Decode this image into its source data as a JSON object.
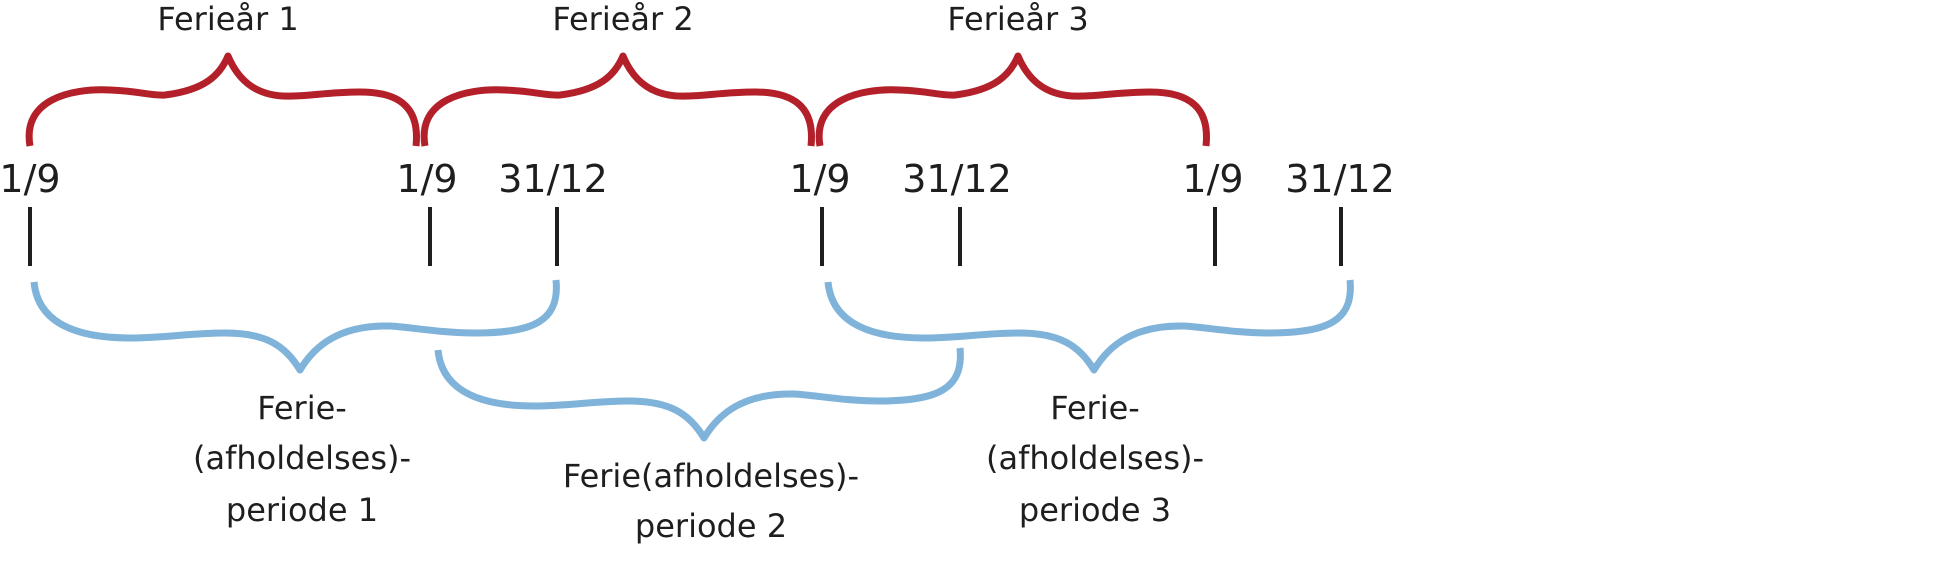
{
  "colors": {
    "year_brace": "#b3202a",
    "period_brace": "#7fb3da",
    "text": "#1e1e1e"
  },
  "years": [
    {
      "label": "Ferieår 1"
    },
    {
      "label": "Ferieår 2"
    },
    {
      "label": "Ferieår 3"
    }
  ],
  "dates": [
    {
      "label": "1/9"
    },
    {
      "label": "1/9"
    },
    {
      "label": "31/12"
    },
    {
      "label": "1/9"
    },
    {
      "label": "31/12"
    },
    {
      "label": "1/9"
    },
    {
      "label": "31/12"
    }
  ],
  "periods": [
    {
      "lines": [
        "Ferie-",
        "(afholdelses)-",
        "periode 1"
      ]
    },
    {
      "lines": [
        "Ferie(afholdelses)-",
        "periode 2"
      ]
    },
    {
      "lines": [
        "Ferie-",
        "(afholdelses)-",
        "periode 3"
      ]
    }
  ]
}
